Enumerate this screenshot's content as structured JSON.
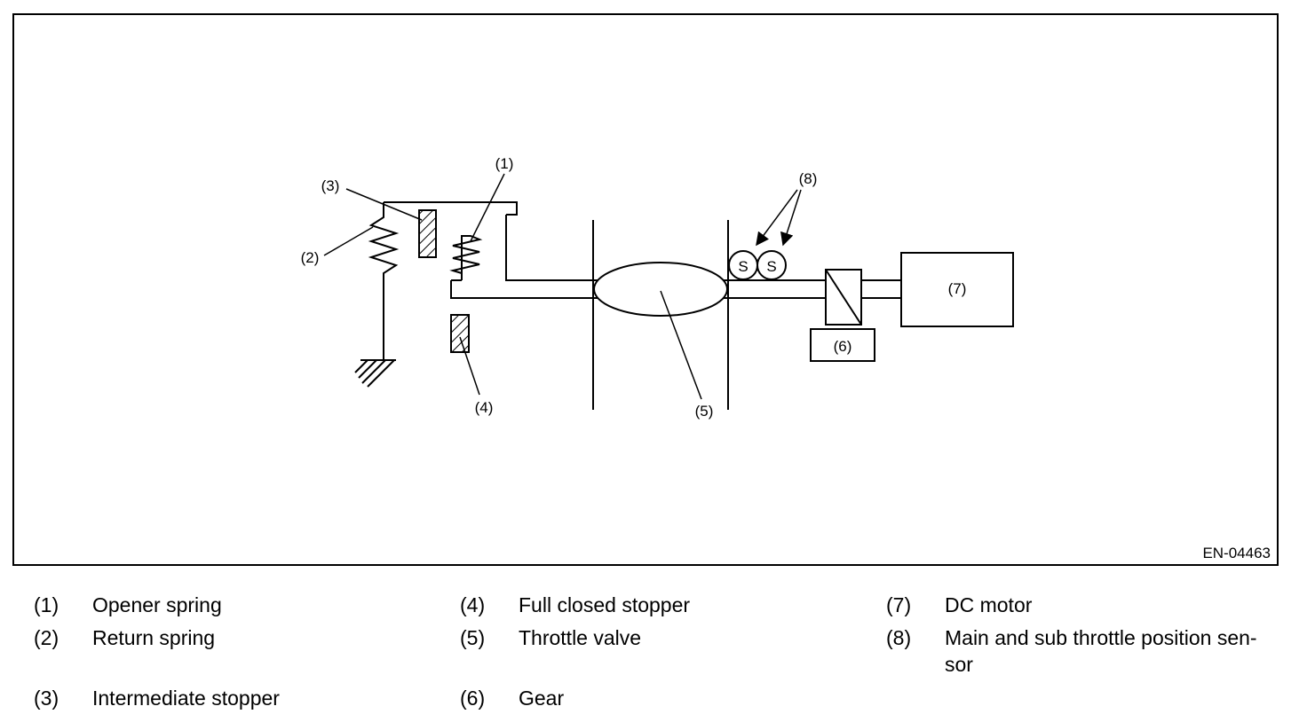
{
  "diagram": {
    "figure_id": "EN-04463",
    "callouts": {
      "c1": "(1)",
      "c2": "(2)",
      "c3": "(3)",
      "c4": "(4)",
      "c5": "(5)",
      "c6": "(6)",
      "c7": "(7)",
      "c8": "(8)"
    },
    "sensor_symbol": "S"
  },
  "legend": [
    {
      "num": "(1)",
      "text": "Opener spring"
    },
    {
      "num": "(2)",
      "text": "Return spring"
    },
    {
      "num": "(3)",
      "text": "Intermediate stopper"
    },
    {
      "num": "(4)",
      "text": "Full closed stopper"
    },
    {
      "num": "(5)",
      "text": "Throttle valve"
    },
    {
      "num": "(6)",
      "text": "Gear"
    },
    {
      "num": "(7)",
      "text": "DC motor"
    },
    {
      "num": "(8)",
      "text": "Main and sub throttle position sen-\nsor"
    }
  ]
}
